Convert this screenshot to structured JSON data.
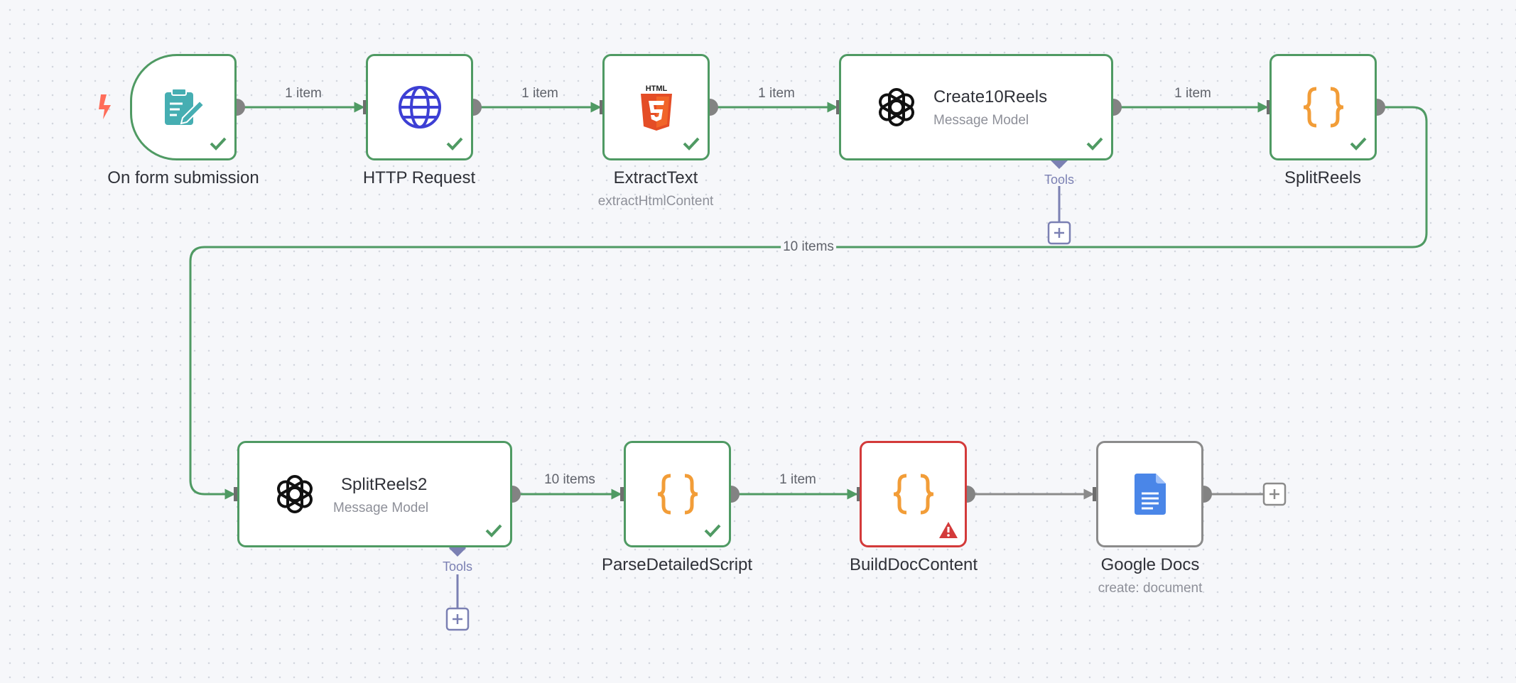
{
  "nodes": {
    "form": {
      "title": "On form submission"
    },
    "http": {
      "title": "HTTP Request"
    },
    "extract": {
      "title": "ExtractText",
      "subtitle": "extractHtmlContent"
    },
    "create": {
      "title": "Create10Reels",
      "subtitle": "Message Model",
      "tools_label": "Tools"
    },
    "split": {
      "title": "SplitReels"
    },
    "split2": {
      "title": "SplitReels2",
      "subtitle": "Message Model",
      "tools_label": "Tools"
    },
    "parse": {
      "title": "ParseDetailedScript"
    },
    "build": {
      "title": "BuildDocContent"
    },
    "gdocs": {
      "title": "Google Docs",
      "subtitle": "create: document"
    }
  },
  "edges": {
    "form_http": "1 item",
    "http_extract": "1 item",
    "extract_create": "1 item",
    "create_split": "1 item",
    "split_split2": "10 items",
    "split2_parse": "10 items",
    "parse_build": "1 item"
  },
  "icons": {
    "trigger": "lightning-icon",
    "form": "form-pencil-icon",
    "http": "globe-icon",
    "extract": "html5-icon",
    "openai": "openai-icon",
    "code": "curly-braces-icon",
    "gdocs": "google-docs-icon",
    "success": "checkmark-icon",
    "error": "warning-icon",
    "add": "plus-icon"
  },
  "colors": {
    "success": "#4f9a63",
    "error": "#d33a3a",
    "idle": "#8b8b8b",
    "tools": "#7b80b3",
    "code": "#f29d38",
    "html5": "#e44d26",
    "globe": "#3d3fd4",
    "form": "#46aeb2",
    "gdocs": "#4a86e8",
    "trigger": "#ff6d5a"
  }
}
